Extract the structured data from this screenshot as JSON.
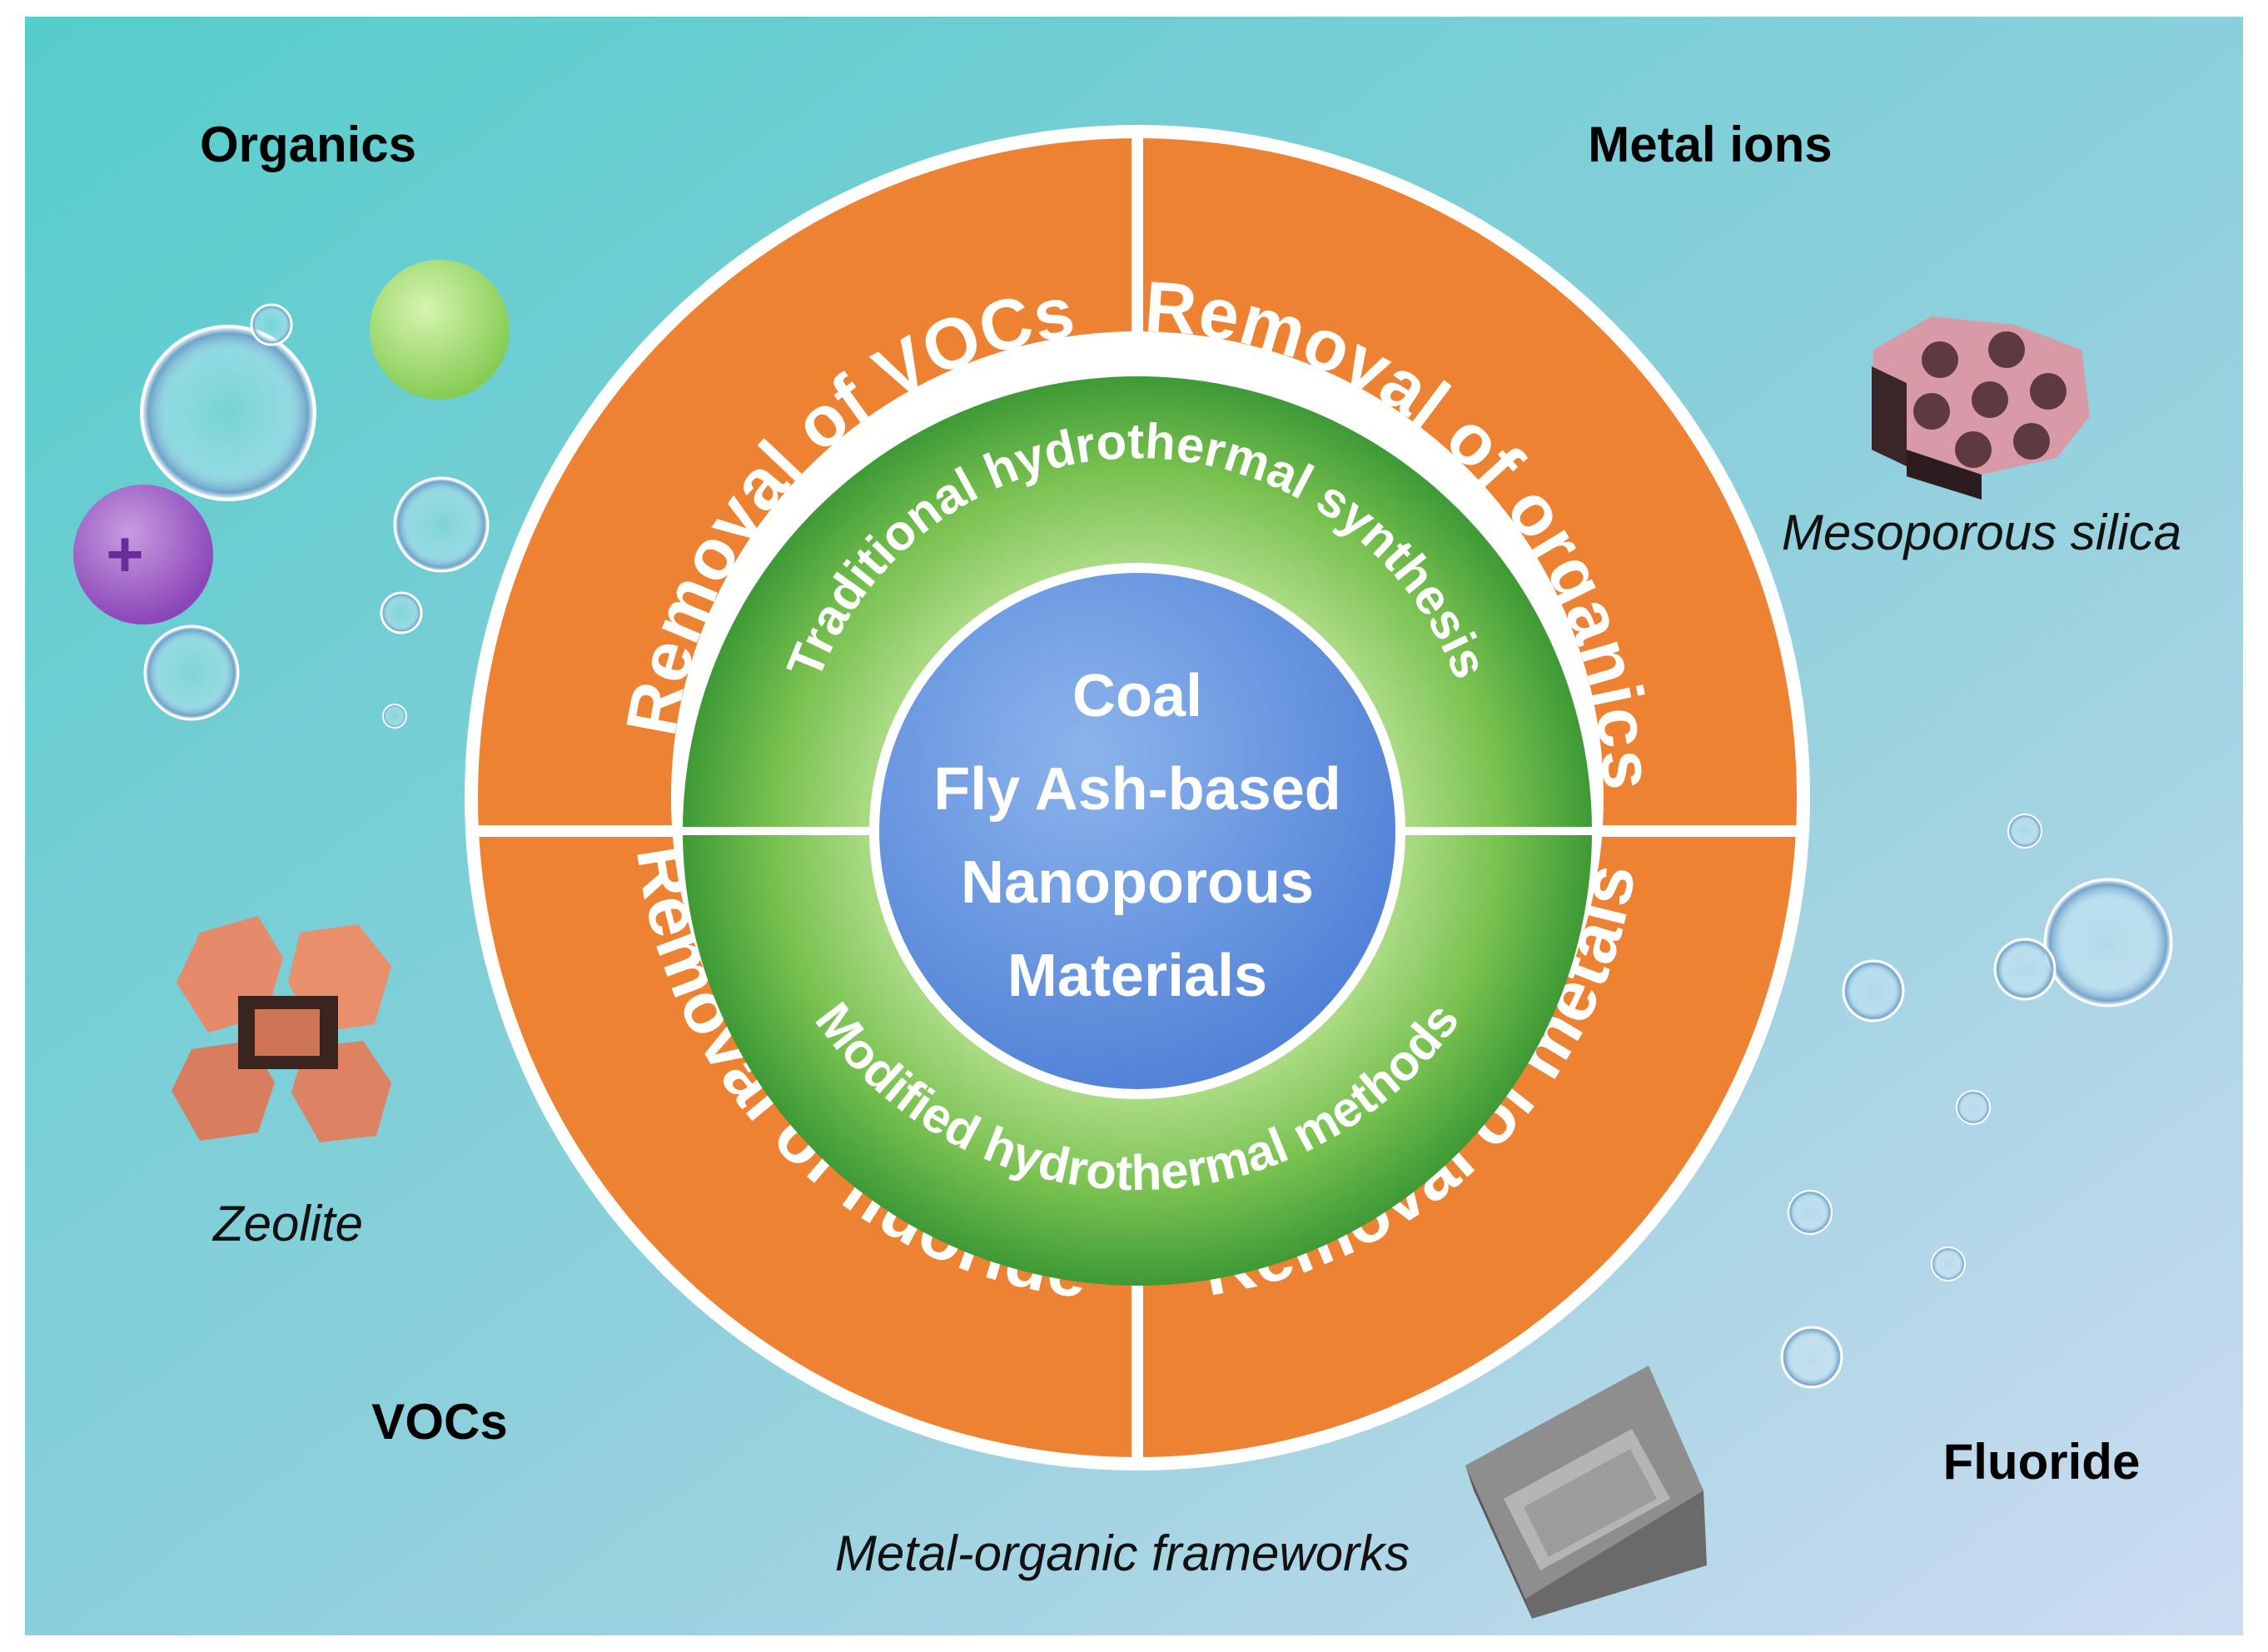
{
  "center": {
    "lines": [
      "Coal",
      "Fly Ash-based",
      "Nanoporous",
      "Materials"
    ]
  },
  "green_ring": {
    "top": "Traditional hydrothermal synthesis",
    "bottom": "Modified hydrothermal methods"
  },
  "orange_ring": {
    "top_left": "Removal of VOCs",
    "top_right": "Removal of organics",
    "bottom_right": "Removal of metals",
    "bottom_left": "Removal of fluoride"
  },
  "corner_labels": {
    "organics": "Organics",
    "metal_ions": "Metal ions",
    "vocs": "VOCs",
    "fluoride": "Fluoride"
  },
  "materials": {
    "zeolite": "Zeolite",
    "mesoporous_silica": "Mesoporous silica",
    "mof": "Metal-organic frameworks"
  },
  "colors": {
    "background_start": "#5ccfcf",
    "background_end": "#c8dcef",
    "orange": "#ee8233",
    "green_outer": "#4ea73c",
    "green_inner": "#a9d98c",
    "center_blue": "#5b8fdc"
  },
  "ion_symbol": "+"
}
